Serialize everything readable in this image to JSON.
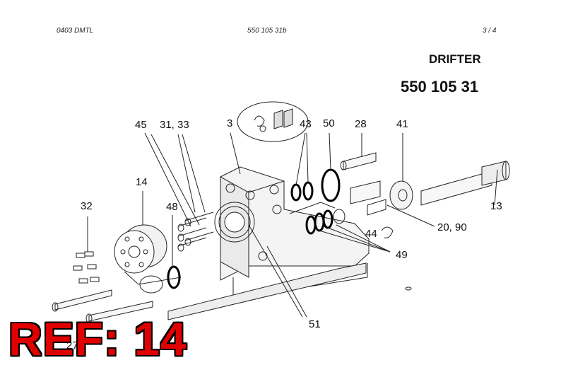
{
  "header": {
    "left": "0403 DMTL",
    "center": "550 105 31b",
    "right": "3 / 4"
  },
  "title": {
    "name": "DRIFTER",
    "number": "550 105 31"
  },
  "callouts": [
    {
      "id": "45",
      "label": "45"
    },
    {
      "id": "31_33",
      "label": "31, 33"
    },
    {
      "id": "3",
      "label": "3"
    },
    {
      "id": "43",
      "label": "43"
    },
    {
      "id": "50",
      "label": "50"
    },
    {
      "id": "28",
      "label": "28"
    },
    {
      "id": "41",
      "label": "41"
    },
    {
      "id": "14",
      "label": "14"
    },
    {
      "id": "32",
      "label": "32"
    },
    {
      "id": "48",
      "label": "48"
    },
    {
      "id": "13",
      "label": "13"
    },
    {
      "id": "20_90",
      "label": "20, 90"
    },
    {
      "id": "44",
      "label": "44"
    },
    {
      "id": "49",
      "label": "49"
    },
    {
      "id": "51",
      "label": "51"
    },
    {
      "id": "27",
      "label": "27"
    }
  ],
  "ref_label": "REF: 14",
  "colors": {
    "ink": "#111111",
    "ref": "#e00000"
  }
}
